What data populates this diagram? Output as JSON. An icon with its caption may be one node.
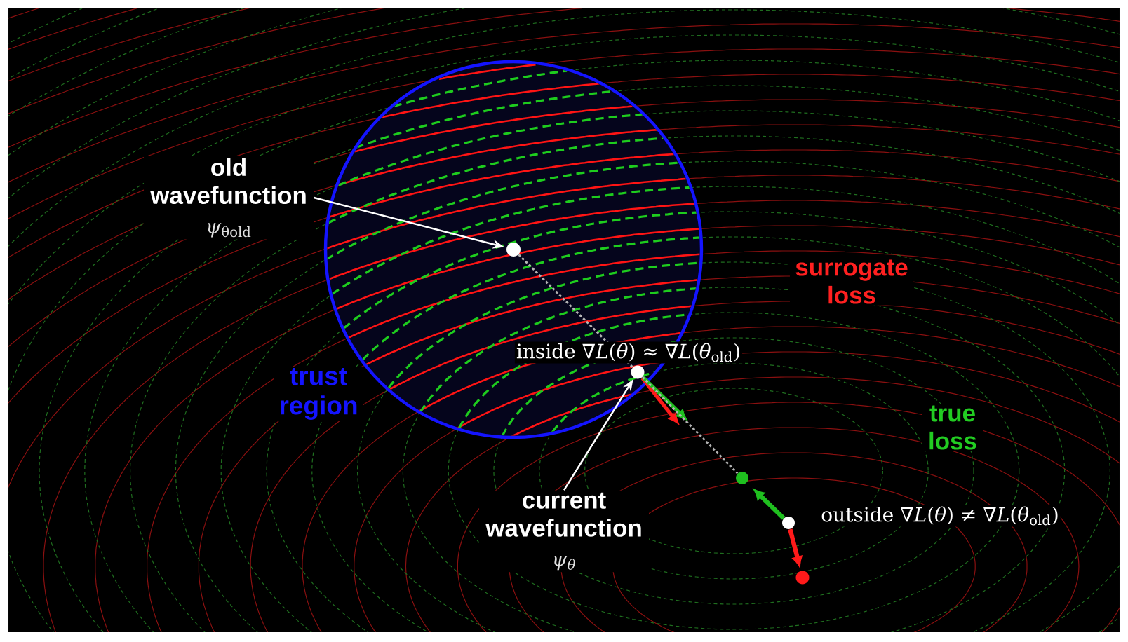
{
  "diagram": {
    "nodes": [
      {
        "text": [
          "trust region"
        ]
      },
      {
        "text": [
          "old wavefunction",
          "*ψ*$_{θold}$"
        ]
      },
      {
        "text": [],
        "shape": "circle",
        "in": 0
      },
      {
        "text": [
          "current wavefunction",
          "ψ$_{θ}$"
        ]
      },
      {
        "text": [],
        "shape": "circle",
        "in": 0
      },
      {
        "text": [],
        "shape": "circle"
      },
      {
        "text": [],
        "shape": "circle"
      },
      {
        "text": [],
        "shape": "circle"
      }
    ],
    "edges": [
      {
        "from": 1,
        "to": 2,
        "arrow": "to"
      },
      {
        "from": 3,
        "to": 4,
        "arrow": "to"
      },
      {
        "from": 2,
        "to": 4,
        "arrow": "none",
        "style": "dashed",
        "color": "#b4b4b4"
      },
      {
        "from": 4,
        "to": 5,
        "arrow": "none",
        "style": "dashed",
        "color": "#b4b4b4"
      },
      {
        "from": 6,
        "to": 5,
        "arrow": "to",
        "style": "thick",
        "color": "#1fbf1f"
      },
      {
        "from": 6,
        "to": 7,
        "arrow": "to",
        "style": "thick",
        "color": "#ff1a1a"
      }
    ],
    "labels": [
      "surrogate loss",
      "inside ∇*L*(*θ*) ≈ ∇*L*(*θ*$_{old}$)",
      "true loss",
      "outside ∇*L*(*θ*) ≠ ∇*L*(*θ*$_{old}$)"
    ]
  }
}
